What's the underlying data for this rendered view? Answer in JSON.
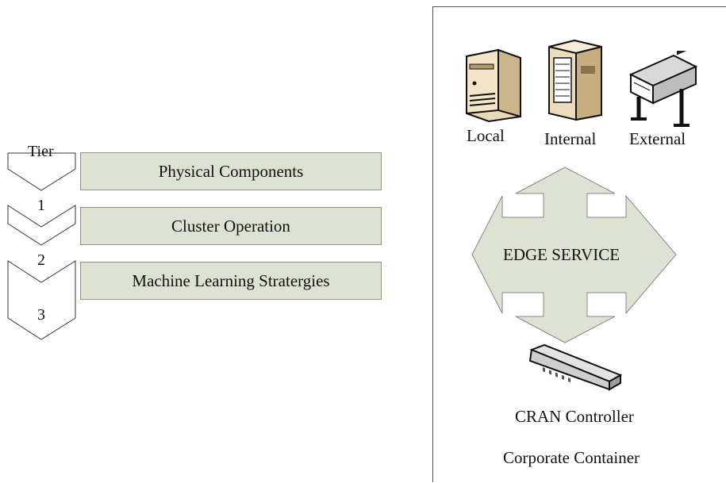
{
  "tiers": {
    "heading": "Tier",
    "numbers": [
      "1",
      "2",
      "3"
    ],
    "boxes": [
      "Physical Components",
      "Cluster Operation",
      "Machine Learning Stratergies"
    ]
  },
  "container": {
    "devices": [
      {
        "label": "Local",
        "icon": "server-tower-icon"
      },
      {
        "label": "Internal",
        "icon": "server-rack-icon"
      },
      {
        "label": "External",
        "icon": "plotter-printer-icon"
      }
    ],
    "edge_label": "EDGE SERVICE",
    "controller_label": "CRAN Controller",
    "controller_icon": "network-switch-icon",
    "footer_label": "Corporate Container"
  },
  "colors": {
    "box_fill": "#dde2d3",
    "arrow_fill": "#dde2d3",
    "outline": "#555555"
  }
}
